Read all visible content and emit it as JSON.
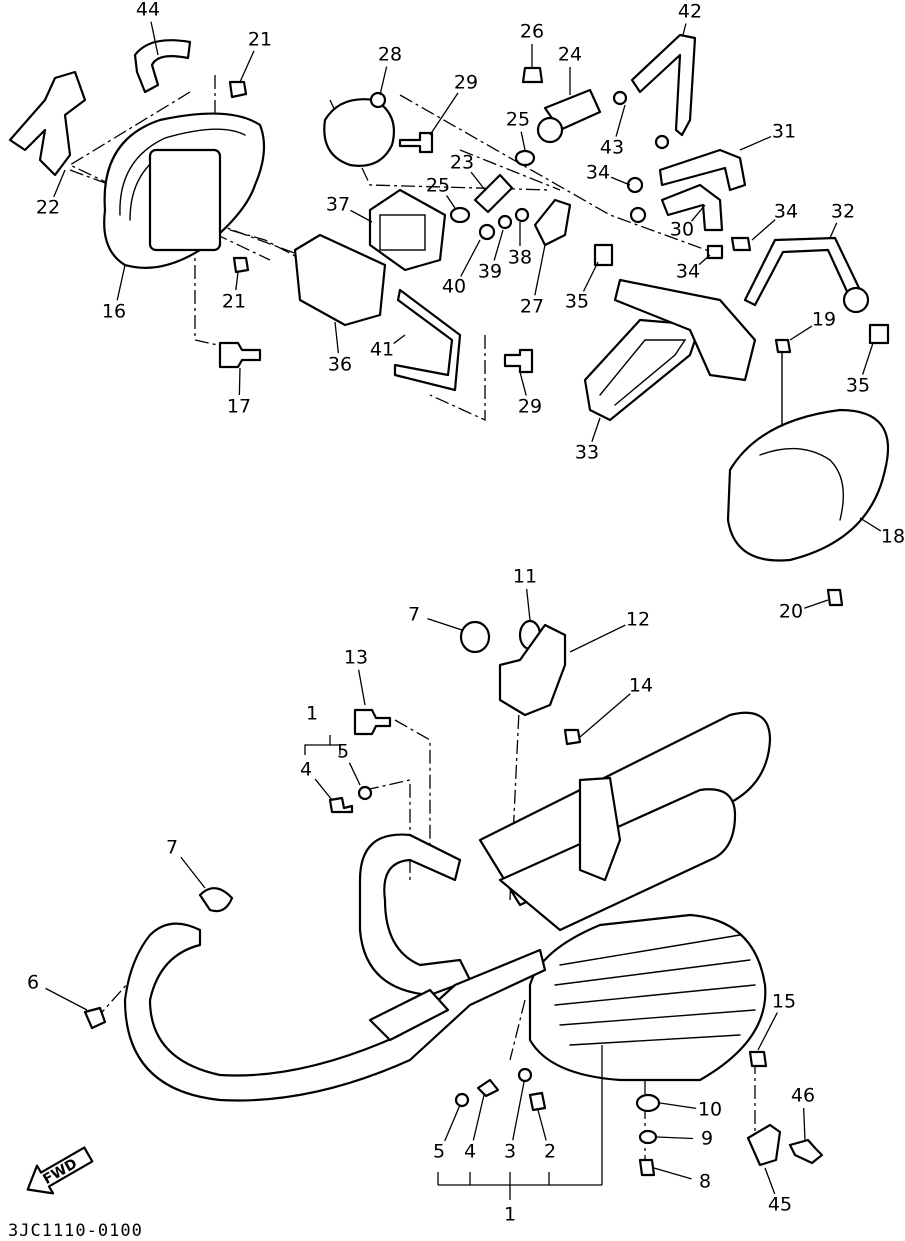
{
  "diagram": {
    "drawing_code": "3JC1110-0100",
    "direction_label": "FWD",
    "callouts": [
      {
        "id": "c44",
        "label": "44"
      },
      {
        "id": "c21a",
        "label": "21"
      },
      {
        "id": "c28",
        "label": "28"
      },
      {
        "id": "c29a",
        "label": "29"
      },
      {
        "id": "c26",
        "label": "26"
      },
      {
        "id": "c24",
        "label": "24"
      },
      {
        "id": "c42",
        "label": "42"
      },
      {
        "id": "c25a",
        "label": "25"
      },
      {
        "id": "c43",
        "label": "43"
      },
      {
        "id": "c31",
        "label": "31"
      },
      {
        "id": "c23",
        "label": "23"
      },
      {
        "id": "c25b",
        "label": "25"
      },
      {
        "id": "c34a",
        "label": "34"
      },
      {
        "id": "c22",
        "label": "22"
      },
      {
        "id": "c37",
        "label": "37"
      },
      {
        "id": "c30",
        "label": "30"
      },
      {
        "id": "c34b",
        "label": "34"
      },
      {
        "id": "c32",
        "label": "32"
      },
      {
        "id": "c40",
        "label": "40"
      },
      {
        "id": "c39",
        "label": "39"
      },
      {
        "id": "c38",
        "label": "38"
      },
      {
        "id": "c27",
        "label": "27"
      },
      {
        "id": "c35a",
        "label": "35"
      },
      {
        "id": "c34c",
        "label": "34"
      },
      {
        "id": "c21b",
        "label": "21"
      },
      {
        "id": "c16",
        "label": "16"
      },
      {
        "id": "c41",
        "label": "41"
      },
      {
        "id": "c19",
        "label": "19"
      },
      {
        "id": "c36",
        "label": "36"
      },
      {
        "id": "c35b",
        "label": "35"
      },
      {
        "id": "c17",
        "label": "17"
      },
      {
        "id": "c29b",
        "label": "29"
      },
      {
        "id": "c33",
        "label": "33"
      },
      {
        "id": "c18",
        "label": "18"
      },
      {
        "id": "c20",
        "label": "20"
      },
      {
        "id": "c11",
        "label": "11"
      },
      {
        "id": "c7a",
        "label": "7"
      },
      {
        "id": "c12",
        "label": "12"
      },
      {
        "id": "c13",
        "label": "13"
      },
      {
        "id": "c14",
        "label": "14"
      },
      {
        "id": "c1a",
        "label": "1"
      },
      {
        "id": "c5a",
        "label": "5"
      },
      {
        "id": "c4a",
        "label": "4"
      },
      {
        "id": "c7b",
        "label": "7"
      },
      {
        "id": "c6",
        "label": "6"
      },
      {
        "id": "c15",
        "label": "15"
      },
      {
        "id": "c46",
        "label": "46"
      },
      {
        "id": "c10",
        "label": "10"
      },
      {
        "id": "c9",
        "label": "9"
      },
      {
        "id": "c5b",
        "label": "5"
      },
      {
        "id": "c4b",
        "label": "4"
      },
      {
        "id": "c3",
        "label": "3"
      },
      {
        "id": "c2",
        "label": "2"
      },
      {
        "id": "c8",
        "label": "8"
      },
      {
        "id": "c45",
        "label": "45"
      },
      {
        "id": "c1b",
        "label": "1"
      }
    ]
  }
}
